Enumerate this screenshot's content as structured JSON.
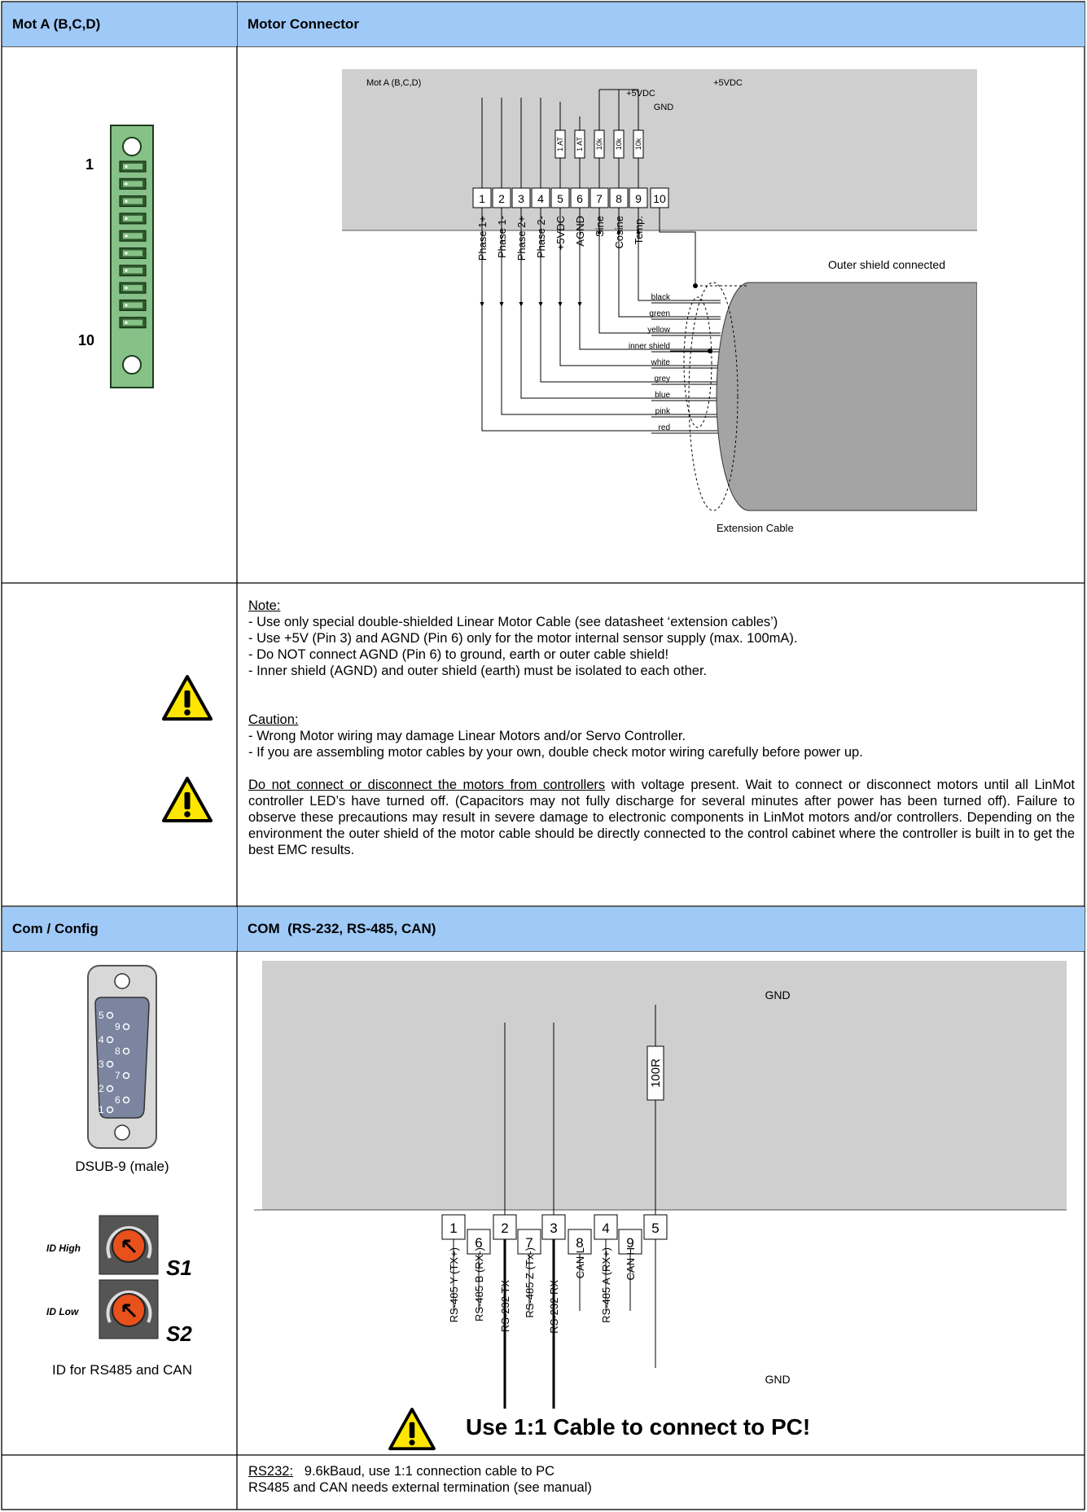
{
  "section1": {
    "left_header": "Mot A (B,C,D)",
    "right_header": "Motor Connector",
    "connector": {
      "pin_first": "1",
      "pin_last": "10"
    },
    "diagram": {
      "title": "Mot A (B,C,D)",
      "supply_a": "+5VDC",
      "gnd": "GND",
      "supply_b": "+5VDC",
      "fuse_1": "1 AT",
      "fuse_2": "1 AT",
      "res_1": "10k",
      "res_2": "10k",
      "res_3": "10k",
      "pins": [
        "1",
        "2",
        "3",
        "4",
        "5",
        "6",
        "7",
        "8",
        "9",
        "10"
      ],
      "signals": [
        "Phase 1+",
        "Phase 1-",
        "Phase 2+",
        "Phase 2-",
        "+5VDC",
        "AGND",
        "Sine",
        "Cosine",
        "Temp."
      ],
      "outer_shield": "Outer shield connected",
      "wires": [
        "black",
        "green",
        "yellow",
        "inner shield",
        "white",
        "grey",
        "blue",
        "pink",
        "red"
      ],
      "cable_label": "Extension Cable"
    }
  },
  "notes": {
    "note_title": "Note:",
    "note_lines": [
      "- Use only special double-shielded Linear Motor Cable (see datasheet ‘extension cables’)",
      "- Use +5V (Pin 3) and AGND (Pin 6) only for the motor internal sensor supply (max. 100mA).",
      "- Do NOT connect AGND (Pin 6) to ground, earth or outer cable shield!",
      "- Inner shield (AGND) and outer shield (earth) must be isolated to each other."
    ],
    "caution_title": "Caution:",
    "caution_lines": [
      "- Wrong Motor wiring may damage Linear Motors and/or Servo Controller.",
      "- If you are assembling motor cables by your own, double check motor wiring carefully before power up."
    ],
    "warning_underlined": "Do not connect or disconnect the motors from controllers",
    "warning_rest": " with voltage present. Wait to connect or disconnect motors until all LinMot controller LED’s have turned off. (Capacitors may not fully discharge for several minutes after power has been turned off). Failure to observe these precautions may result in severe damage to electronic components in LinMot motors and/or controllers. Depending on the environment the outer shield of the motor cable should be directly connected to the control cabinet where the controller is built in to get the best EMC results."
  },
  "section2": {
    "left_header": "Com / Config",
    "right_header": "COM  (RS-232, RS-485, CAN)",
    "dsub_pins": [
      "5",
      "9",
      "4",
      "8",
      "3",
      "7",
      "2",
      "6",
      "1"
    ],
    "dsub_label": "DSUB-9 (male)",
    "id_high": "ID High",
    "id_low": "ID Low",
    "s1": "S1",
    "s2": "S2",
    "id_caption": "ID for RS485 and CAN",
    "diagram": {
      "gnd_top": "GND",
      "resistor": "100R",
      "pins": [
        "1",
        "6",
        "2",
        "7",
        "3",
        "8",
        "4",
        "9",
        "5"
      ],
      "signals": [
        "RS-485 Y (TX+)",
        "RS-485 B (RX-)",
        "RS-232 TX",
        "RS-485 Z (Tx-)",
        "RS-232 RX",
        "CAN L",
        "RS-485 A (RX+)",
        "CAN H"
      ],
      "gnd_bottom": "GND",
      "warning": "Use 1:1 Cable to connect to PC!"
    }
  },
  "footer": {
    "rs232_label": "RS232:",
    "rs232_text": "   9.6kBaud, use 1:1 connection cable to PC",
    "termination_text": "RS485 and CAN needs external termination (see manual)"
  }
}
